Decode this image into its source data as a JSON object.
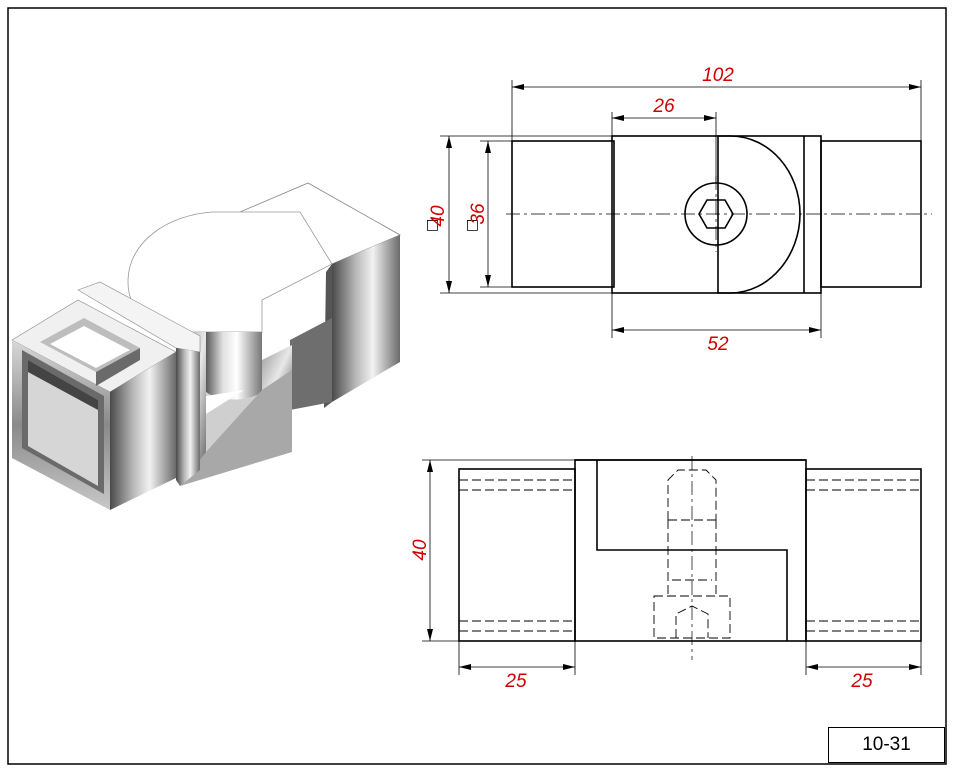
{
  "part_number": "10-31",
  "top_view": {
    "overall_length": "102",
    "hole_position": "26",
    "outer_square": "40",
    "inner_square": "36",
    "body_length": "52"
  },
  "front_view": {
    "height": "40",
    "left_insert": "25",
    "right_insert": "25"
  },
  "colors": {
    "dimension": "#d00000",
    "line": "#000000"
  }
}
